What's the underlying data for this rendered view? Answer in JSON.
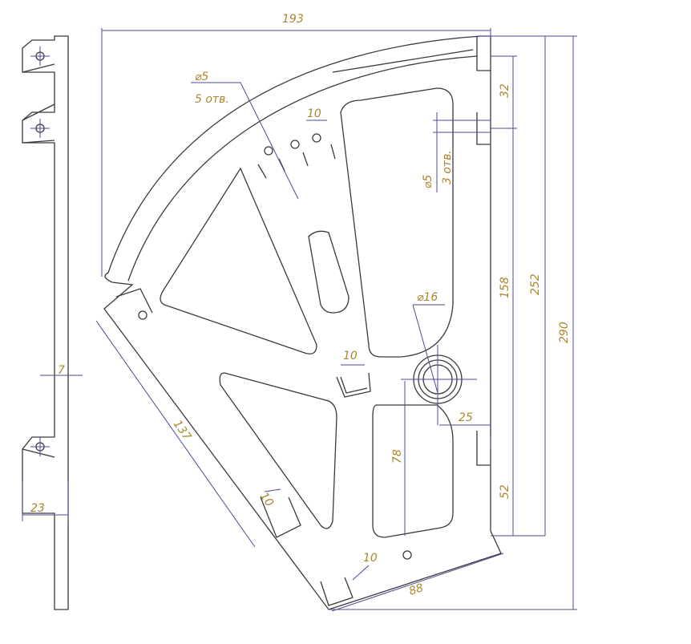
{
  "drawing": {
    "colors": {
      "outline": "#3a3a3a",
      "dimension": "#4b4b99",
      "text": "#a8882a"
    },
    "dimensions": {
      "width_top": "193",
      "hole_dia_small": "⌀5",
      "hole_count_5": "5 отв.",
      "slot_pitch": "10",
      "hole_dia_right": "⌀5",
      "hole_count_3": "3 отв.",
      "dim_32": "32",
      "dim_158": "158",
      "dim_252": "252",
      "dim_290": "290",
      "hole_dia_large": "⌀16",
      "bracket_center": "10",
      "dim_25": "25",
      "dim_78": "78",
      "dim_52": "52",
      "dim_137": "137",
      "bracket_left": "10",
      "bracket_bottom": "10",
      "dim_88": "88",
      "thickness": "7",
      "side_width": "23"
    }
  }
}
